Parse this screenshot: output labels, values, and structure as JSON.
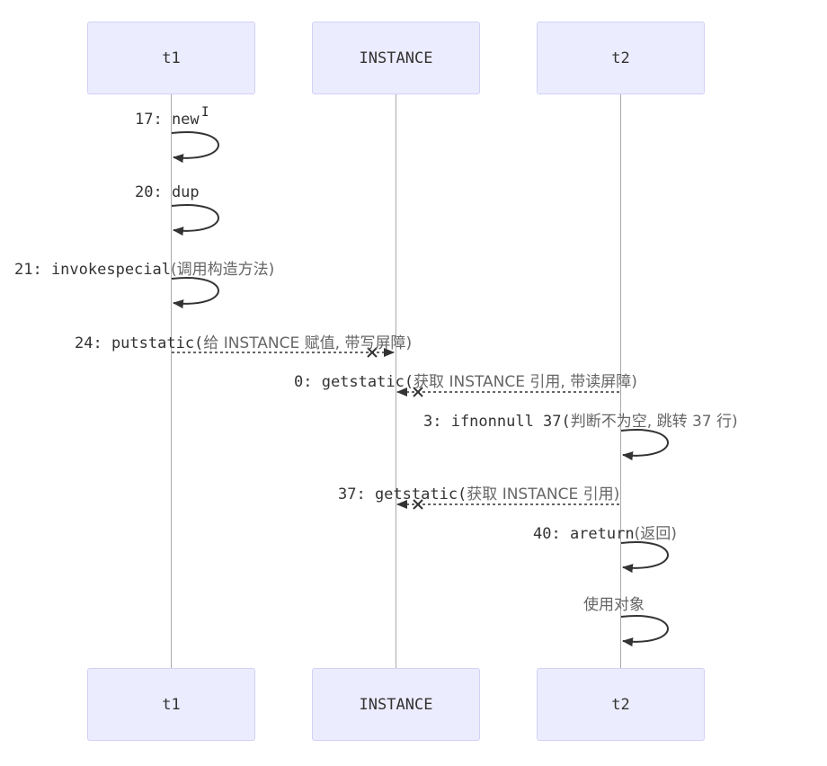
{
  "diagram": {
    "type": "sequence",
    "participants": [
      {
        "id": "t1",
        "label": "t1"
      },
      {
        "id": "instance",
        "label": "INSTANCE"
      },
      {
        "id": "t2",
        "label": "t2"
      }
    ],
    "messages": [
      {
        "from": "t1",
        "to": "t1",
        "code": "17: new",
        "note": "",
        "kind": "self"
      },
      {
        "from": "t1",
        "to": "t1",
        "code": "20: dup",
        "note": "",
        "kind": "self"
      },
      {
        "from": "t1",
        "to": "t1",
        "code": "21: invokespecial",
        "note": "(调用构造方法)",
        "kind": "self"
      },
      {
        "from": "t1",
        "to": "instance",
        "code": "24: putstatic(",
        "note": "给 INSTANCE 赋值, 带写屏障)",
        "kind": "async-cross"
      },
      {
        "from": "t2",
        "to": "instance",
        "code": "0: getstatic(",
        "note": "获取 INSTANCE 引用, 带读屏障)",
        "kind": "async-cross"
      },
      {
        "from": "t2",
        "to": "t2",
        "code": "3: ifnonnull 37(",
        "note": "判断不为空, 跳转 37 行)",
        "kind": "self"
      },
      {
        "from": "t2",
        "to": "instance",
        "code": "37: getstatic(",
        "note": "获取 INSTANCE 引用)",
        "kind": "async-cross"
      },
      {
        "from": "t2",
        "to": "t2",
        "code": "40: areturn",
        "note": "(返回)",
        "kind": "self"
      },
      {
        "from": "t2",
        "to": "t2",
        "code": "",
        "note": "使用对象",
        "kind": "self"
      }
    ]
  },
  "cursor_glyph": "I"
}
